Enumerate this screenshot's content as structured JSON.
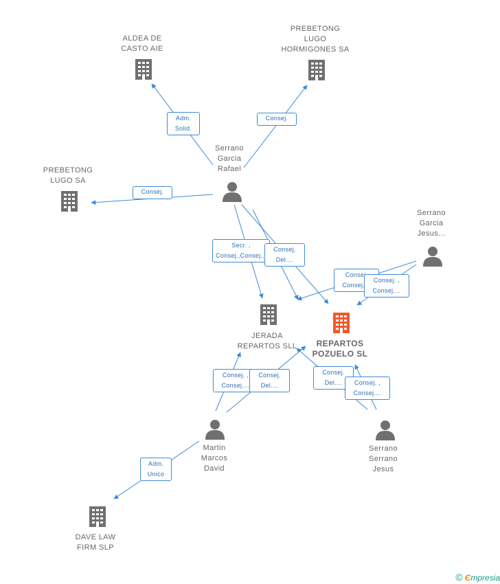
{
  "nodes": {
    "aldea": {
      "label": "ALDEA DE\nCASTO  AIE",
      "type": "company",
      "icon": "building-icon",
      "color": "#707070"
    },
    "prebetong_hormigones": {
      "label": "PREBETONG\nLUGO\nHORMIGONES SA",
      "type": "company",
      "icon": "building-icon",
      "color": "#707070"
    },
    "prebetong_lugo": {
      "label": "PREBETONG\nLUGO SA",
      "type": "company",
      "icon": "building-icon",
      "color": "#707070"
    },
    "serrano_rafael": {
      "label": "Serrano\nGarcia\nRafael",
      "type": "person",
      "icon": "person-icon",
      "color": "#707070"
    },
    "serrano_jesus_g": {
      "label": "Serrano\nGarcia\nJesus...",
      "type": "person",
      "icon": "person-icon",
      "color": "#707070"
    },
    "jerada": {
      "label": "JERADA\nREPARTOS  SLL",
      "type": "company",
      "icon": "building-icon",
      "color": "#707070"
    },
    "repartos": {
      "label": "REPARTOS\nPOZUELO SL",
      "type": "company",
      "icon": "building-icon",
      "color": "#f05a28"
    },
    "martin": {
      "label": "Martin\nMarcos\nDavid",
      "type": "person",
      "icon": "person-icon",
      "color": "#707070"
    },
    "serrano_serrano": {
      "label": "Serrano\nSerrano\nJesus",
      "type": "person",
      "icon": "person-icon",
      "color": "#707070"
    },
    "dave": {
      "label": "DAVE LAW\nFIRM  SLP",
      "type": "company",
      "icon": "building-icon",
      "color": "#707070"
    }
  },
  "edge_labels": {
    "rafael_aldea": "Adm.\nSolid.",
    "rafael_hormigones": "Consej.",
    "rafael_lugo": "Consej.",
    "rafael_jerada": "Secr. ,\nConsej.,Consej...",
    "rafael_repartos": "Consej.\nDel....",
    "jesus_jerada": "Consej.\nConsej....",
    "jesus_repartos": "Consej. ,\nConsej....",
    "martin_jerada_a": "Consej. ,\nConsej....",
    "martin_jerada_b": "Consej.\nDel....",
    "ss_repartos_a": "Consej.\nDel....",
    "ss_repartos_b": "Consej. ,\nConsej...."
  },
  "martin_dave": "Adm.\nUnico",
  "footer": {
    "copyright": "©",
    "brand": "Є",
    "rest": "mpresia"
  },
  "colors": {
    "edge": "#3c8ad8",
    "node": "#707070",
    "focus": "#f05a28"
  }
}
